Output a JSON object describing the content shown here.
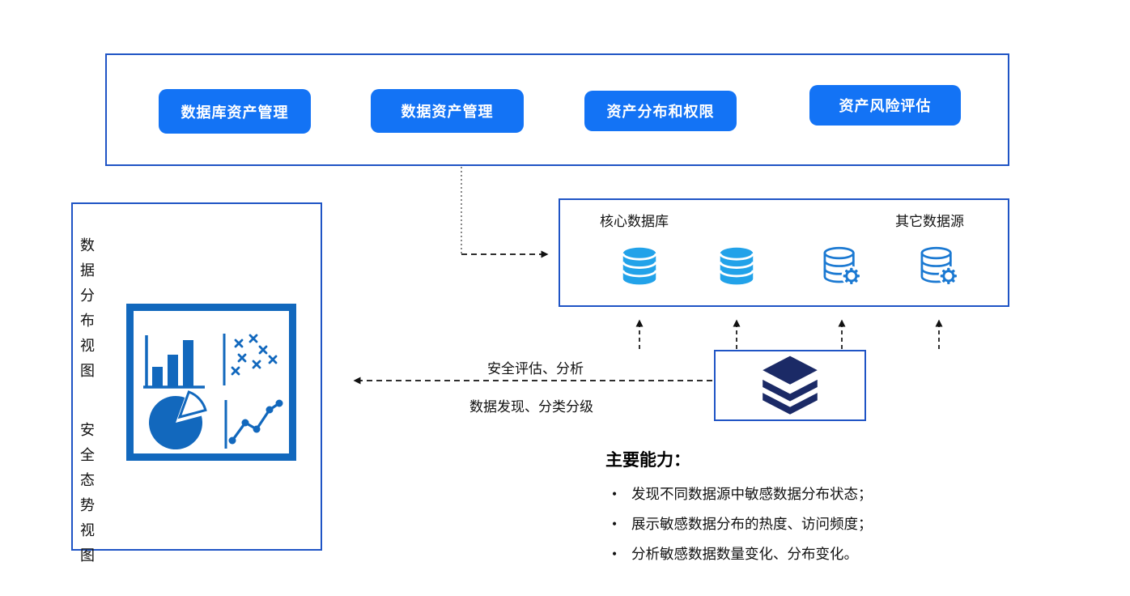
{
  "top_panel": {
    "buttons": [
      "数据库资产管理",
      "数据资产管理",
      "资产分布和权限",
      "资产风险评估"
    ]
  },
  "datasource_panel": {
    "core_label": "核心数据库",
    "other_label": "其它数据源",
    "icons": [
      "database-icon",
      "database-icon",
      "database-gear-icon",
      "database-gear-icon"
    ]
  },
  "views_panel": {
    "top_label": "数据分布视图",
    "bottom_label": "安全态势视图",
    "icon": "dashboard-charts-icon"
  },
  "engine_box": {
    "icon": "layers-icon"
  },
  "flow": {
    "assess_label": "安全评估、分析",
    "discover_label": "数据发现、分类分级"
  },
  "capabilities": {
    "title": "主要能力：",
    "bullet": "•",
    "items": [
      "发现不同数据源中敏感数据分布状态；",
      "展示敏感数据分布的热度、访问频度；",
      "分析敏感数据数量变化、分布变化。"
    ]
  },
  "colors": {
    "button_blue": "#1373f5",
    "frame_blue": "#1f54c5",
    "db_blue": "#22a2e9",
    "db_outline_blue": "#1b79d2",
    "layers_navy": "#1b2a66",
    "chart_blue": "#1268bd",
    "arrow_dark": "#111111",
    "text_dark": "#141414"
  }
}
